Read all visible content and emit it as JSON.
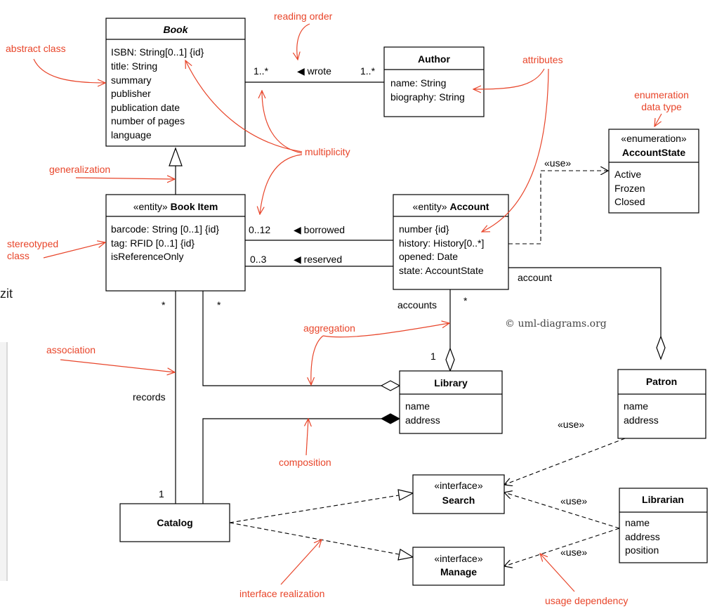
{
  "side_fragment": "zit",
  "watermark": "© uml-diagrams.org",
  "classes": {
    "book": {
      "title": "Book",
      "attributes": [
        "ISBN: String[0..1] {id}",
        "title: String",
        "summary",
        "publisher",
        "publication date",
        "number of pages",
        "language"
      ]
    },
    "author": {
      "title": "Author",
      "attributes": [
        "name: String",
        "biography: String"
      ]
    },
    "account_state": {
      "stereotype": "«enumeration»",
      "title": "AccountState",
      "attributes": [
        "Active",
        "Frozen",
        "Closed"
      ]
    },
    "book_item": {
      "stereotype": "«entity»",
      "title": "Book Item",
      "attributes": [
        "barcode: String [0..1] {id}",
        "tag: RFID [0..1] {id}",
        "isReferenceOnly"
      ]
    },
    "account": {
      "stereotype": "«entity»",
      "title": "Account",
      "attributes": [
        "number {id}",
        "history: History[0..*]",
        "opened: Date",
        "state: AccountState"
      ]
    },
    "library": {
      "title": "Library",
      "attributes": [
        "name",
        "address"
      ]
    },
    "patron": {
      "title": "Patron",
      "attributes": [
        "name",
        "address"
      ]
    },
    "catalog": {
      "title": "Catalog"
    },
    "search": {
      "stereotype": "«interface»",
      "title": "Search"
    },
    "manage": {
      "stereotype": "«interface»",
      "title": "Manage"
    },
    "librarian": {
      "title": "Librarian",
      "attributes": [
        "name",
        "address",
        "position"
      ]
    }
  },
  "association_labels": {
    "wrote": "◀ wrote",
    "wrote_mult_book": "1..*",
    "wrote_mult_author": "1..*",
    "borrowed": "◀ borrowed",
    "borrowed_mult": "0..12",
    "reserved": "◀ reserved",
    "reserved_mult": "0..3",
    "use_enum": "«use»",
    "account_role": "account",
    "accounts_role": "accounts",
    "accounts_mult": "*",
    "library_mult": "1",
    "bookitem_mult_left": "*",
    "bookitem_mult_right": "*",
    "records_role": "records",
    "catalog_mult": "1",
    "use_patron": "«use»",
    "use_librarian_search": "«use»",
    "use_librarian_manage": "«use»"
  },
  "annotations": {
    "reading_order": "reading order",
    "abstract_class": "abstract class",
    "attributes": "attributes",
    "enumeration_line1": "enumeration",
    "enumeration_line2": "data type",
    "multiplicity": "multiplicity",
    "generalization": "generalization",
    "stereotyped_line1": "stereotyped",
    "stereotyped_line2": "class",
    "aggregation": "aggregation",
    "association": "association",
    "composition": "composition",
    "interface_realization": "interface realization",
    "usage_dependency": "usage dependency"
  },
  "colors": {
    "annotation": "#e8452a",
    "line": "#000000"
  }
}
